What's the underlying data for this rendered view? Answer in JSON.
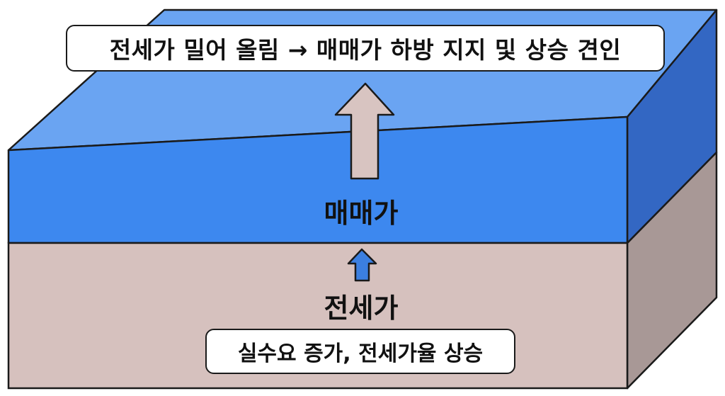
{
  "diagram": {
    "top_callout": "전세가 밀어 올림 → 매매가 하방 지지 및 상승 견인",
    "upper_layer_label": "매매가",
    "lower_layer_label": "전세가",
    "bottom_callout": "실수요 증가, 전세가율 상승"
  },
  "colors": {
    "blue_front": "#3d88ef",
    "blue_top": "#6aa4f2",
    "blue_side": "#3367c3",
    "pink_front": "#d6c1be",
    "pink_side": "#a89896",
    "up_arrow_large": "#d8c4c1",
    "up_arrow_small": "#3b7fe0",
    "outline": "#1a1a1a"
  },
  "icons": {
    "large_arrow": "up-arrow-icon",
    "small_arrow": "up-arrow-icon"
  }
}
